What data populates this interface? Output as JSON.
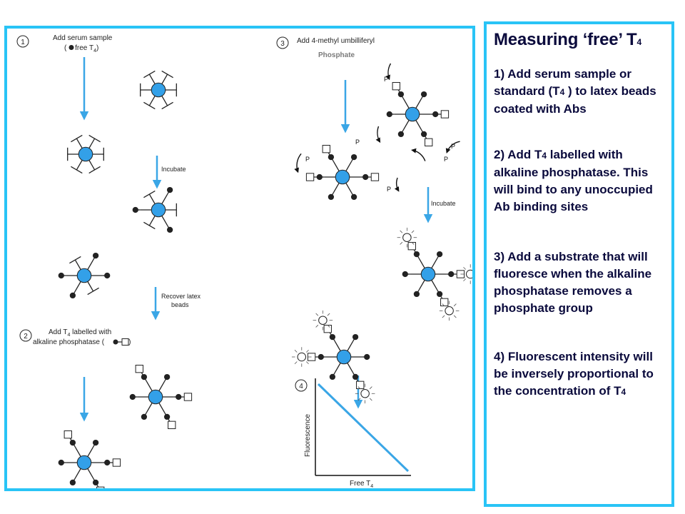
{
  "panel": {
    "title": "Measuring ‘free’ T",
    "title_sub": "4",
    "step1_a": "1) Add serum sample or standard (T",
    "step1_sub": "4",
    "step1_b": " ) to latex beads coated with Abs",
    "step2_a": "2) Add T",
    "step2_sub": "4",
    "step2_b": " labelled with alkaline phosphatase. This will bind to any unoccupied Ab binding sites",
    "step3": "3)  Add a substrate that will fluoresce when the alkaline phosphatase removes a phosphate group",
    "step4_a": "4)  Fluorescent intensity will be inversely proportional to the concentration of T",
    "step4_sub": "4"
  },
  "figure": {
    "step1_num": "1",
    "step1_l1": "Add serum sample",
    "step1_l2a": "(",
    "step1_l2b": " free T",
    "step1_l2sub": "4",
    "step1_l2c": ")",
    "incubate_1": "Incubate",
    "recover_l1": "Recover latex",
    "recover_l2": "beads",
    "step2_num": "2",
    "step2_l1a": "Add  T",
    "step2_l1sub": "4",
    "step2_l1b": " labelled with",
    "step2_l2": "alkaline phosphatase (",
    "step2_l2c": ")",
    "step3_num": "3",
    "step3_label": "Add  4-methyl umbilliferyl",
    "phosphate_label": "Phosphate",
    "p_label": "P",
    "incubate_2": "Incubate",
    "step4_num": "4",
    "fluor_axis": "Fluorescence",
    "free_axis": "Free T",
    "free_axis_sub": "4"
  },
  "colors": {
    "bead": "#33a0e8",
    "arrow": "#3aa6e6",
    "border": "#29c4f6",
    "title_text": "#0a0a3c"
  }
}
